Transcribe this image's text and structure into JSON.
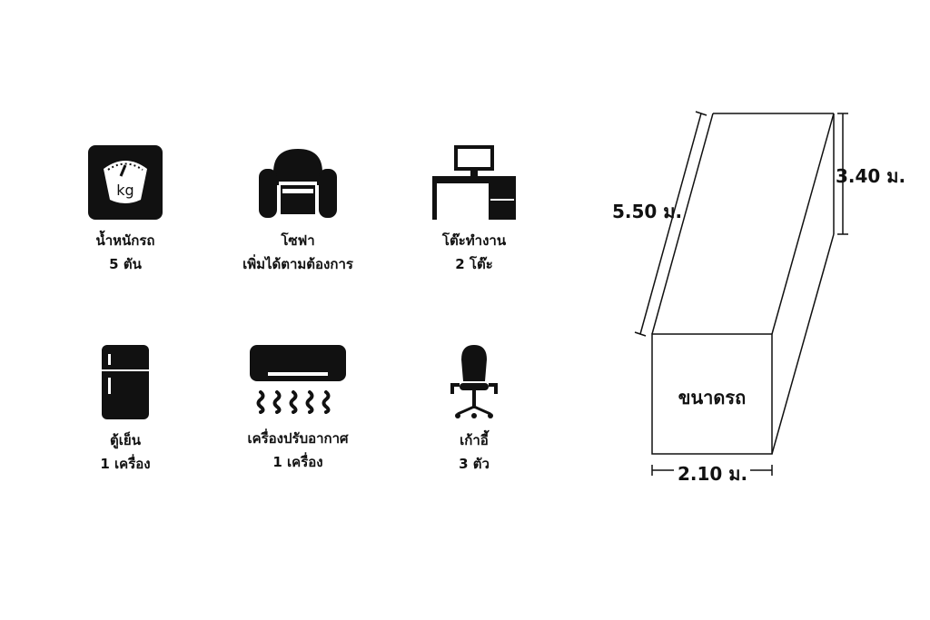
{
  "items": [
    {
      "icon": "scale-icon",
      "title": "น้ำหนักรถ",
      "detail": "5 ตัน"
    },
    {
      "icon": "sofa-icon",
      "title": "โซฟา",
      "detail": "เพิ่มได้ตามต้องการ"
    },
    {
      "icon": "desk-icon",
      "title": "โต๊ะทำงาน",
      "detail": "2 โต๊ะ"
    },
    {
      "icon": "fridge-icon",
      "title": "ตู้เย็น",
      "detail": "1 เครื่อง"
    },
    {
      "icon": "air-conditioner-icon",
      "title": "เครื่องปรับอากาศ",
      "detail": "1 เครื่อง"
    },
    {
      "icon": "office-chair-icon",
      "title": "เก้าอี้",
      "detail": "3 ตัว"
    }
  ],
  "scale_unit": "kg",
  "truck": {
    "label": "ขนาดรถ",
    "length": "5.50 ม.",
    "height": "3.40 ม.",
    "width": "2.10 ม."
  }
}
